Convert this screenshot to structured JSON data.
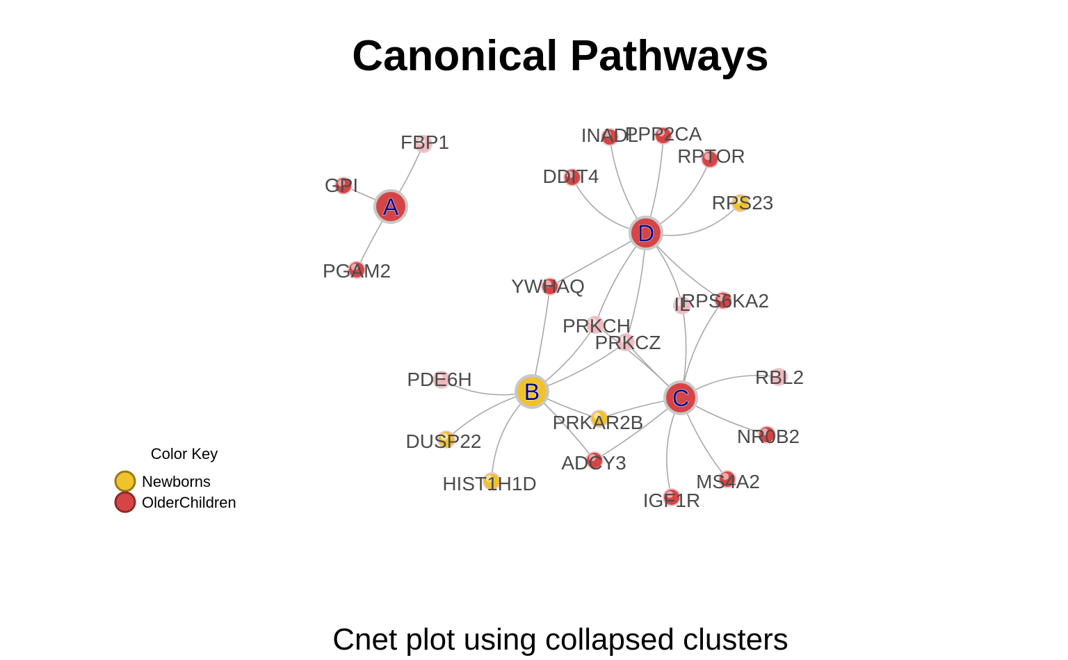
{
  "title": "Canonical Pathways",
  "caption": "Cnet plot using collapsed clusters",
  "legend": {
    "title": "Color Key",
    "items": [
      {
        "label": "Newborns",
        "color": "#f0c22c",
        "border": "#9a7a14"
      },
      {
        "label": "OlderChildren",
        "color": "#d64545",
        "border": "#8b2a2a"
      }
    ]
  },
  "colors": {
    "newborns": "#f0c22c",
    "older_children": "#d64545",
    "pink": "#f2b8be",
    "edge": "#a8a8a8",
    "cluster_label": "#00008b",
    "gene_label": "#4a4a4a"
  },
  "clusters": [
    {
      "id": "A",
      "label": "A",
      "group": "older_children"
    },
    {
      "id": "B",
      "label": "B",
      "group": "newborns"
    },
    {
      "id": "C",
      "label": "C",
      "group": "older_children"
    },
    {
      "id": "D",
      "label": "D",
      "group": "older_children"
    }
  ],
  "genes": [
    {
      "id": "FBP1",
      "label": "FBP1",
      "group": "pink"
    },
    {
      "id": "GPI",
      "label": "GPI",
      "group": "older_children"
    },
    {
      "id": "PGAM2",
      "label": "PGAM2",
      "group": "older_children"
    },
    {
      "id": "INADL",
      "label": "INADL",
      "group": "older_children"
    },
    {
      "id": "PPP2CA",
      "label": "PPP2CA",
      "group": "older_children"
    },
    {
      "id": "RPTOR",
      "label": "RPTOR",
      "group": "older_children"
    },
    {
      "id": "DDIT4",
      "label": "DDIT4",
      "group": "older_children"
    },
    {
      "id": "RPS23",
      "label": "RPS23",
      "group": "newborns"
    },
    {
      "id": "YWHAQ",
      "label": "YWHAQ",
      "group": "older_children"
    },
    {
      "id": "IL",
      "label": "IL",
      "group": "pink"
    },
    {
      "id": "RPS6KA2",
      "label": "RPS6KA2",
      "group": "older_children"
    },
    {
      "id": "PRKCH",
      "label": "PRKCH",
      "group": "pink"
    },
    {
      "id": "PRKCZ",
      "label": "PRKCZ",
      "group": "pink"
    },
    {
      "id": "PDE6H",
      "label": "PDE6H",
      "group": "pink"
    },
    {
      "id": "RBL2",
      "label": "RBL2",
      "group": "pink"
    },
    {
      "id": "PRKAR2B",
      "label": "PRKAR2B",
      "group": "newborns"
    },
    {
      "id": "DUSP22",
      "label": "DUSP22",
      "group": "newborns"
    },
    {
      "id": "NR0B2",
      "label": "NR0B2",
      "group": "older_children"
    },
    {
      "id": "ADCY3",
      "label": "ADCY3",
      "group": "older_children"
    },
    {
      "id": "HIST1H1D",
      "label": "HIST1H1D",
      "group": "newborns"
    },
    {
      "id": "MS4A2",
      "label": "MS4A2",
      "group": "older_children"
    },
    {
      "id": "IGF1R",
      "label": "IGF1R",
      "group": "older_children"
    }
  ],
  "edges": [
    [
      "A",
      "FBP1"
    ],
    [
      "A",
      "GPI"
    ],
    [
      "A",
      "PGAM2"
    ],
    [
      "D",
      "INADL"
    ],
    [
      "D",
      "PPP2CA"
    ],
    [
      "D",
      "RPTOR"
    ],
    [
      "D",
      "DDIT4"
    ],
    [
      "D",
      "RPS23"
    ],
    [
      "D",
      "YWHAQ"
    ],
    [
      "D",
      "PRKCH"
    ],
    [
      "D",
      "PRKCZ"
    ],
    [
      "D",
      "IL"
    ],
    [
      "D",
      "RPS6KA2"
    ],
    [
      "B",
      "YWHAQ"
    ],
    [
      "B",
      "PRKCH"
    ],
    [
      "B",
      "PRKCZ"
    ],
    [
      "B",
      "PDE6H"
    ],
    [
      "B",
      "DUSP22"
    ],
    [
      "B",
      "HIST1H1D"
    ],
    [
      "B",
      "PRKAR2B"
    ],
    [
      "B",
      "ADCY3"
    ],
    [
      "C",
      "IL"
    ],
    [
      "C",
      "RPS6KA2"
    ],
    [
      "C",
      "PRKCH"
    ],
    [
      "C",
      "PRKCZ"
    ],
    [
      "C",
      "RBL2"
    ],
    [
      "C",
      "NR0B2"
    ],
    [
      "C",
      "MS4A2"
    ],
    [
      "C",
      "IGF1R"
    ],
    [
      "C",
      "PRKAR2B"
    ],
    [
      "C",
      "ADCY3"
    ]
  ]
}
